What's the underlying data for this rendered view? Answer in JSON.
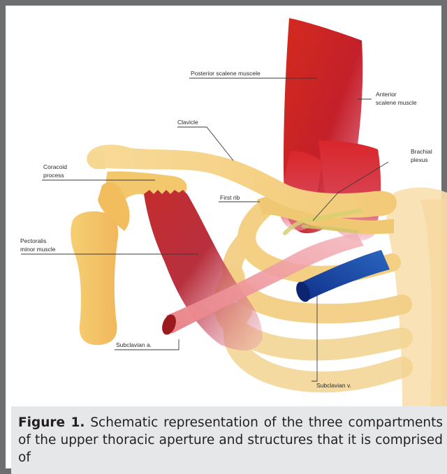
{
  "figure": {
    "labels": {
      "posterior_scalene": "Posterior scalene muscele",
      "anterior_scalene_1": "Anterior",
      "anterior_scalene_2": "scalene muscle",
      "clavicle": "Clavicle",
      "coracoid_1": "Coracoid",
      "coracoid_2": "process",
      "brachial_1": "Brachial",
      "brachial_2": "plexus",
      "first_rib": "First rib",
      "pectoralis_1": "Pectoralis",
      "pectoralis_2": "minor muscle",
      "subclavian_a": "Subclavian a.",
      "subclavian_v": "Subclavian v."
    }
  },
  "caption": {
    "label": "Figure 1.",
    "text": " Schematic representation of the three compartments of the upper thoracic aperture and structures that it is comprised of"
  },
  "colors": {
    "frame": "#6d6e70",
    "caption_background": "#e6e7e8",
    "muscle": "#c9272d",
    "bone": "#f2c46a",
    "vein": "#1e4fa3",
    "artery": "#e98a8c"
  }
}
